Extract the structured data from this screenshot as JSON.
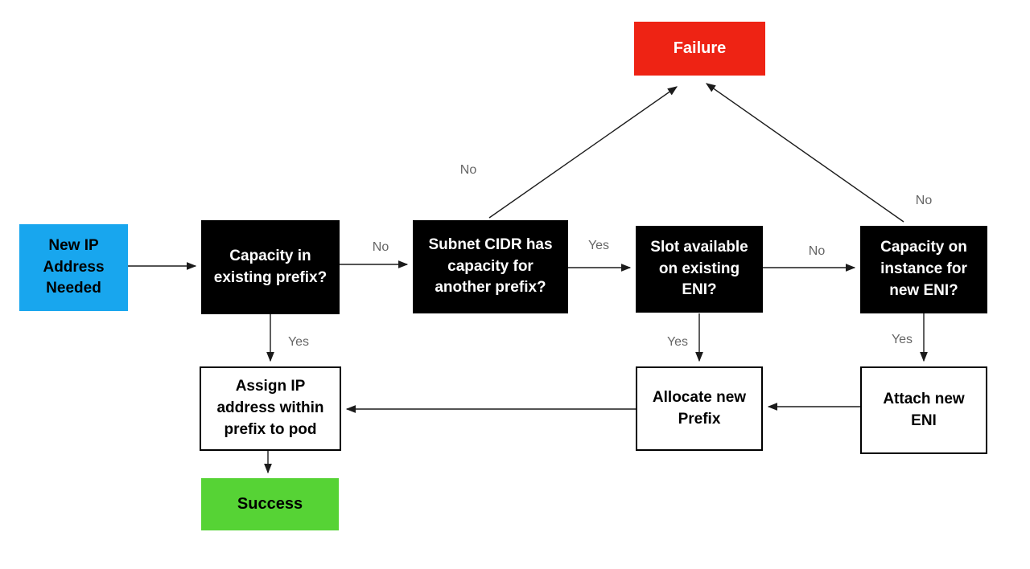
{
  "diagram": {
    "colors": {
      "start_fill": "#18a6ee",
      "decision_fill": "#000000",
      "action_fill": "#ffffff",
      "action_border": "#000000",
      "failure_fill": "#ee2314",
      "success_fill": "#56d335",
      "edge_label_color": "#666666",
      "connector_color": "#1b1b1b",
      "background": "#ffffff"
    },
    "nodes": {
      "start": {
        "label": "New IP\nAddress\nNeeded",
        "type": "start"
      },
      "capacity_existing_prefix": {
        "label": "Capacity in\nexisting prefix?",
        "type": "decision"
      },
      "subnet_cidr_capacity": {
        "label": "Subnet CIDR has\ncapacity for\nanother prefix?",
        "type": "decision"
      },
      "slot_available_eni": {
        "label": "Slot available\non existing\nENI?",
        "type": "decision"
      },
      "capacity_new_eni": {
        "label": "Capacity on\ninstance for\nnew ENI?",
        "type": "decision"
      },
      "failure": {
        "label": "Failure",
        "type": "terminal-failure"
      },
      "assign_ip": {
        "label": "Assign IP\naddress within\nprefix to pod",
        "type": "action"
      },
      "allocate_prefix": {
        "label": "Allocate new\nPrefix",
        "type": "action"
      },
      "attach_eni": {
        "label": "Attach new\nENI",
        "type": "action"
      },
      "success": {
        "label": "Success",
        "type": "terminal-success"
      }
    },
    "edges": [
      {
        "from": "start",
        "to": "capacity_existing_prefix",
        "label": ""
      },
      {
        "from": "capacity_existing_prefix",
        "to": "subnet_cidr_capacity",
        "label": "No"
      },
      {
        "from": "capacity_existing_prefix",
        "to": "assign_ip",
        "label": "Yes"
      },
      {
        "from": "subnet_cidr_capacity",
        "to": "failure",
        "label": "No"
      },
      {
        "from": "subnet_cidr_capacity",
        "to": "slot_available_eni",
        "label": "Yes"
      },
      {
        "from": "slot_available_eni",
        "to": "capacity_new_eni",
        "label": "No"
      },
      {
        "from": "slot_available_eni",
        "to": "allocate_prefix",
        "label": "Yes"
      },
      {
        "from": "capacity_new_eni",
        "to": "failure",
        "label": "No"
      },
      {
        "from": "capacity_new_eni",
        "to": "attach_eni",
        "label": "Yes"
      },
      {
        "from": "attach_eni",
        "to": "allocate_prefix",
        "label": ""
      },
      {
        "from": "allocate_prefix",
        "to": "assign_ip",
        "label": ""
      },
      {
        "from": "assign_ip",
        "to": "success",
        "label": ""
      }
    ]
  }
}
